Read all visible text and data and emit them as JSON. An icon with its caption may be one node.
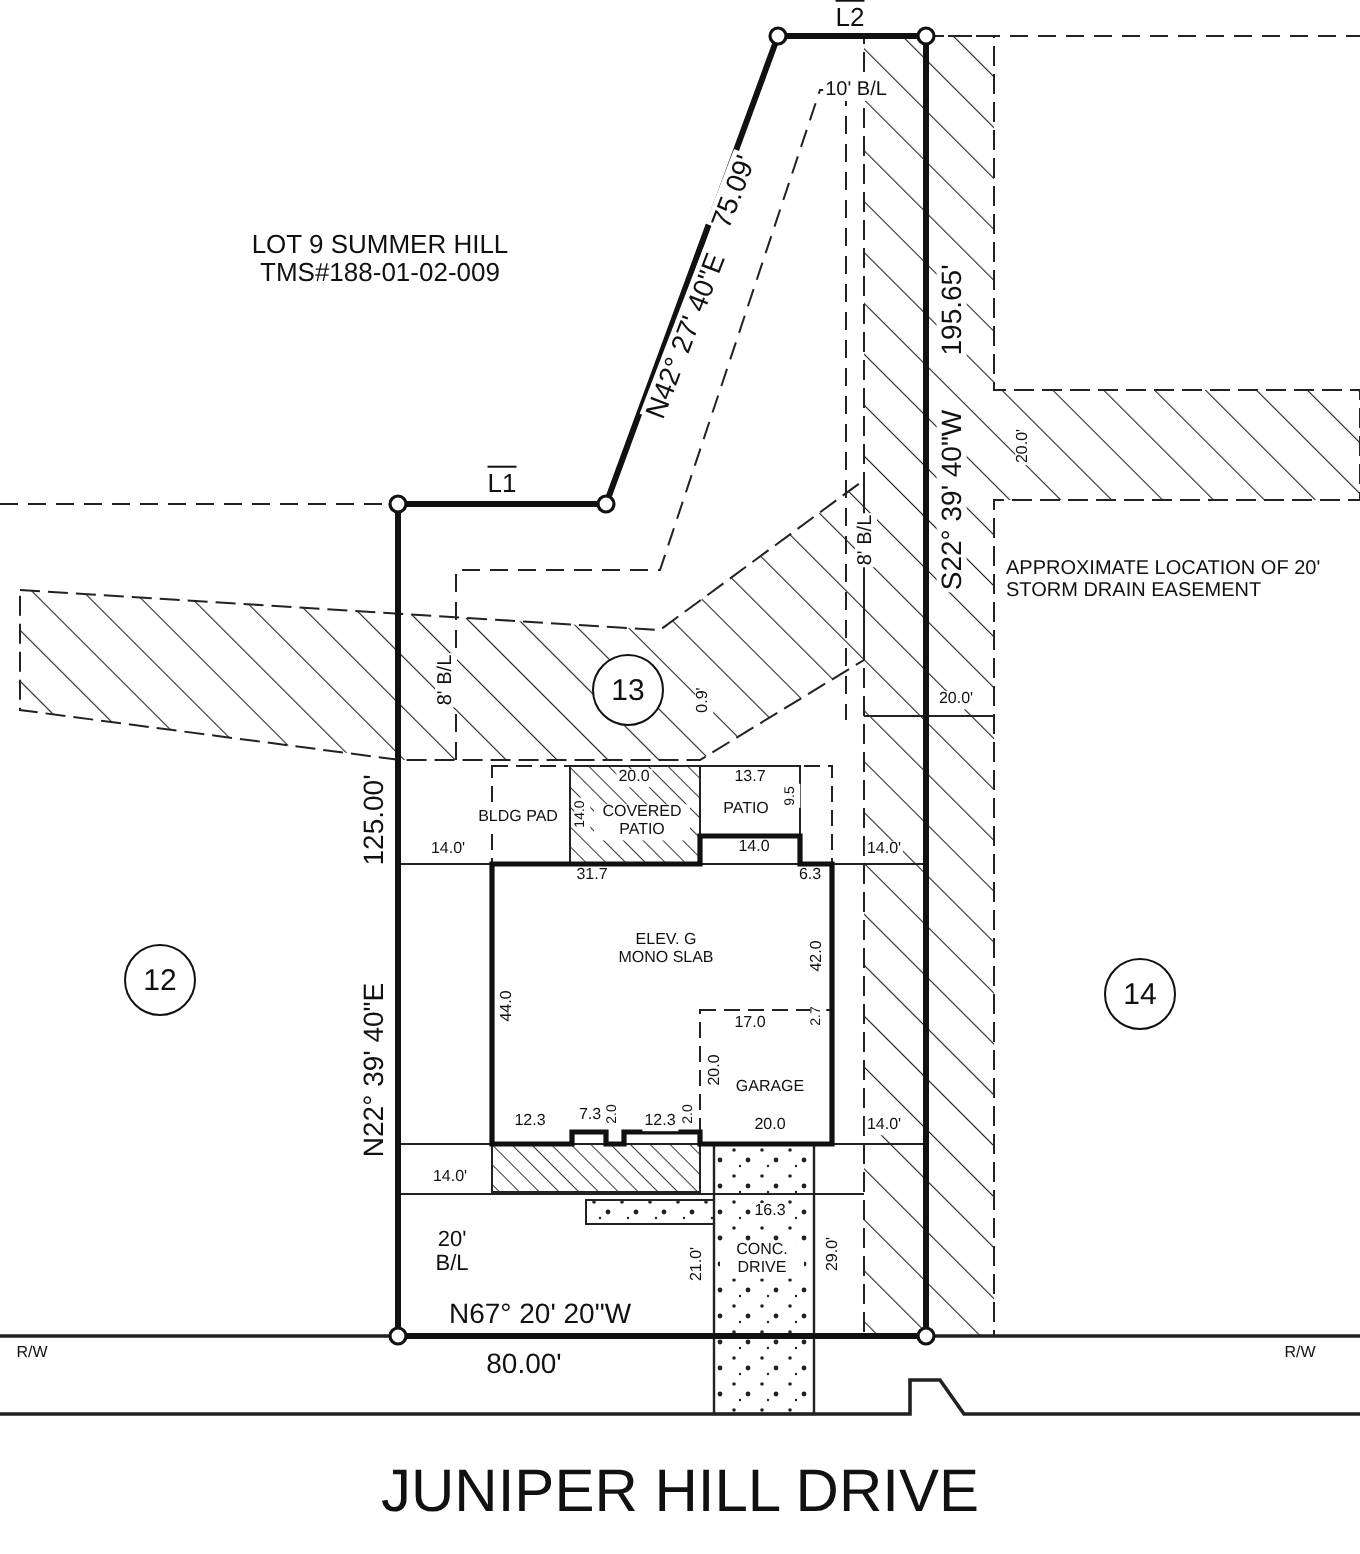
{
  "diagram": {
    "nodes": [
      {
        "text": [
          "13"
        ]
      },
      {
        "text": [
          "12"
        ]
      },
      {
        "text": [
          "14"
        ]
      }
    ],
    "labels": [
      "L2",
      "10' B/L",
      "LOT 9 SUMMER HILL TMS#188-01-02-009",
      "N42° 27' 40\"E",
      "75.09'",
      "195.65'",
      "S22° 39' 40\"W",
      "20.0'",
      "L1",
      "APPROXIMATE LOCATION OF 20' STORM DRAIN EASEMENT",
      "8' B/L",
      "0.9'",
      "8' B/L",
      "20.0'",
      "20.0",
      "13.7",
      "9.5",
      "BLDG PAD",
      "14.0",
      "COVERED PATIO",
      "PATIO",
      "14.0'",
      "14.0",
      "31.7",
      "6.3",
      "14.0'",
      "125.00'",
      "N22° 39' 40\"E",
      "ELEV. G MONO SLAB",
      "42.0",
      "44.0",
      "17.0",
      "2.7",
      "20.0",
      "GARAGE",
      "12.3",
      "7.3",
      "2.0",
      "12.3",
      "2.0",
      "20.0",
      "14.0'",
      "14.0'",
      "16.3",
      "20' B/L",
      "21.0'",
      "CONC. DRIVE",
      "29.0'",
      "R/W",
      "R/W",
      "N67° 20' 20\"W",
      "80.00'",
      "JUNIPER HILL DRIVE"
    ]
  }
}
